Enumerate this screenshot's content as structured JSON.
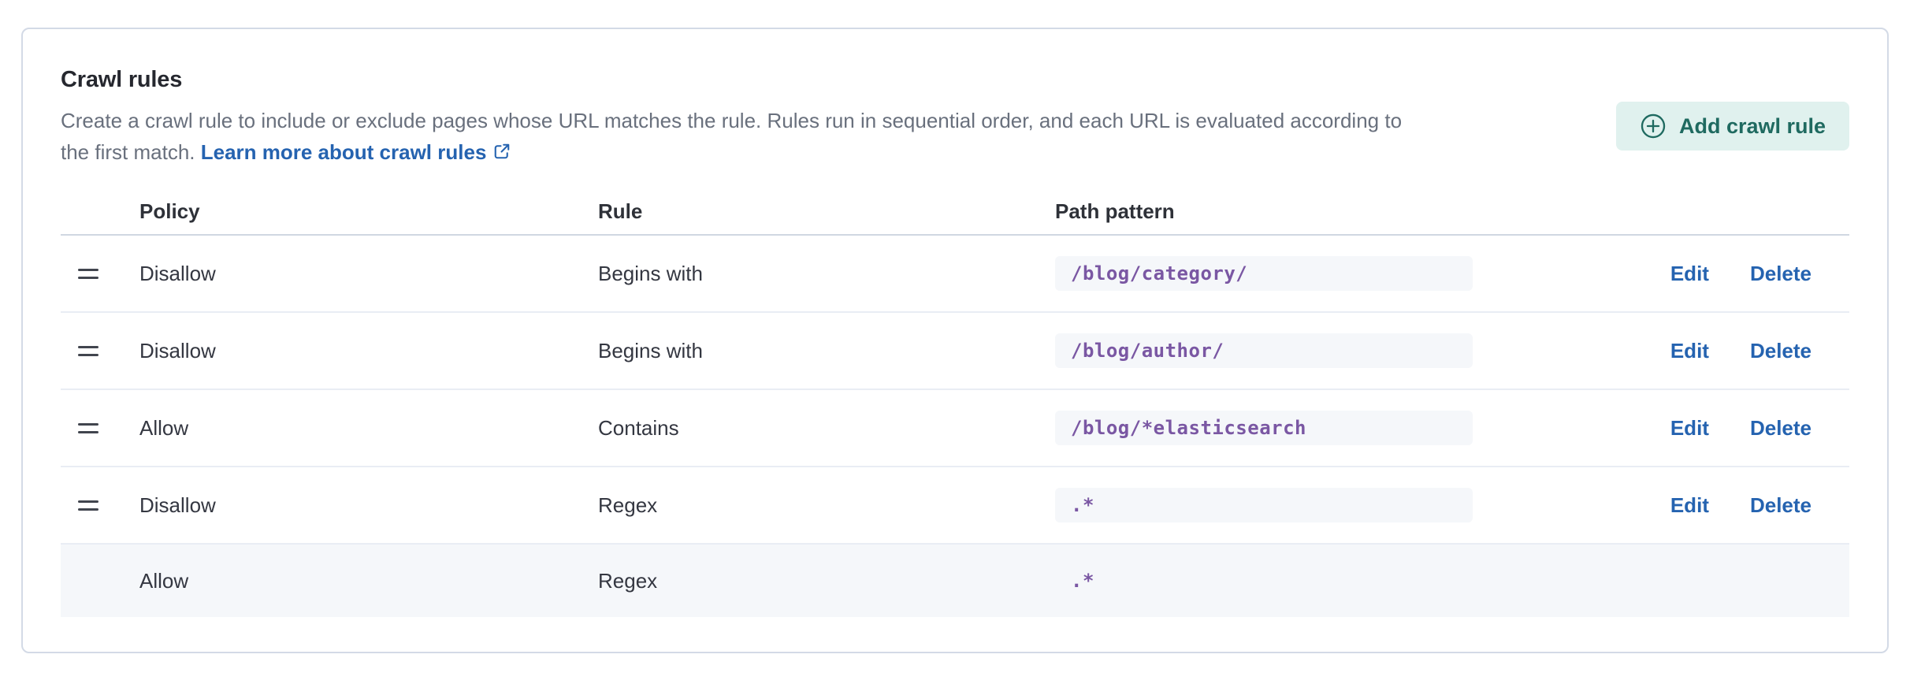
{
  "panel": {
    "title": "Crawl rules",
    "description": {
      "text": "Create a crawl rule to include or exclude pages whose URL matches the rule. Rules run in sequential order, and each URL is evaluated according to the first match.",
      "link_label": "Learn more about crawl rules"
    },
    "add_button": {
      "label": "Add crawl rule",
      "icon": "plus-in-circle-icon"
    }
  },
  "colors": {
    "accent_teal_bg": "#E0F1EE",
    "accent_teal_text": "#1F6A60",
    "link_blue": "#2563B0",
    "code_purple": "#7A57A3",
    "subdued_row_bg": "#F5F7FA",
    "card_border": "#D3DAE6"
  },
  "table": {
    "headers": [
      "Policy",
      "Rule",
      "Path pattern"
    ],
    "edit_label": "Edit",
    "delete_label": "Delete",
    "rows": [
      {
        "policy": "Disallow",
        "rule": "Begins with",
        "path_pattern": "/blog/category/",
        "draggable": true,
        "has_actions": true
      },
      {
        "policy": "Disallow",
        "rule": "Begins with",
        "path_pattern": "/blog/author/",
        "draggable": true,
        "has_actions": true
      },
      {
        "policy": "Allow",
        "rule": "Contains",
        "path_pattern": "/blog/*elasticsearch",
        "draggable": true,
        "has_actions": true
      },
      {
        "policy": "Disallow",
        "rule": "Regex",
        "path_pattern": ".*",
        "draggable": true,
        "has_actions": true
      },
      {
        "policy": "Allow",
        "rule": "Regex",
        "path_pattern": ".*",
        "draggable": false,
        "has_actions": false
      }
    ]
  }
}
